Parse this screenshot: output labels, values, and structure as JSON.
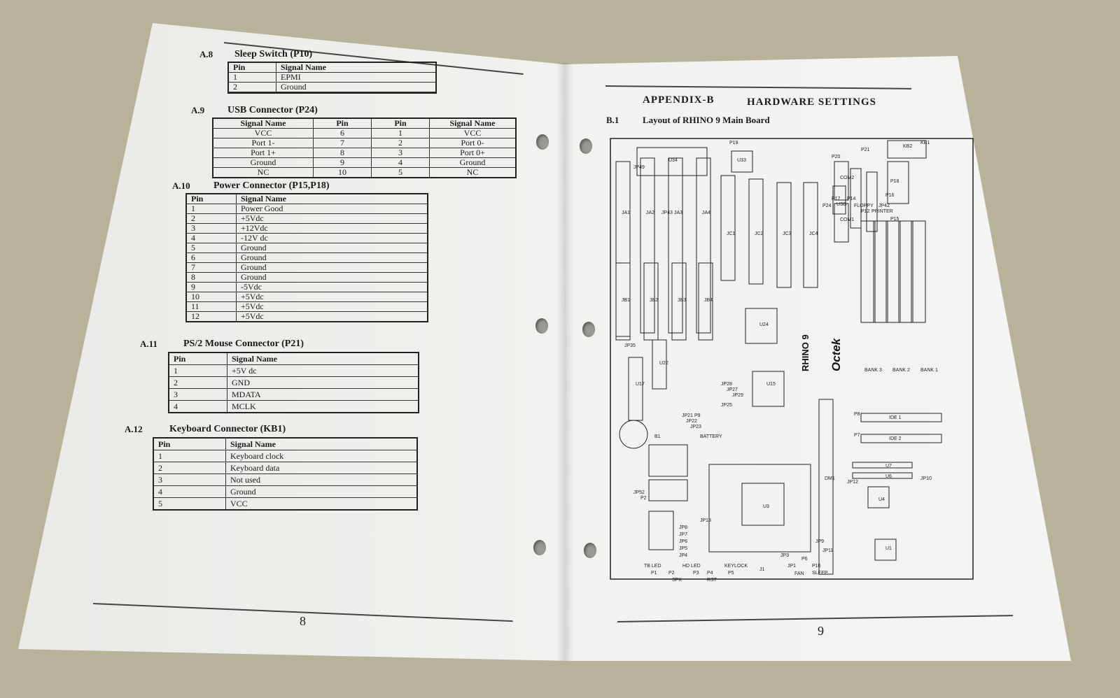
{
  "left_page": {
    "page_number": "8",
    "sections": [
      {
        "num": "A.8",
        "title": "Sleep  Switch (P10)",
        "headers": [
          "Pin",
          "Signal Name"
        ],
        "rows": [
          [
            "1",
            "EPMI"
          ],
          [
            "2",
            "Ground"
          ],
          [
            "",
            ""
          ]
        ]
      },
      {
        "num": "A.9",
        "title": "USB Connector (P24)",
        "headers": [
          "Signal Name",
          "Pin",
          "Pin",
          "Signal Name"
        ],
        "rows": [
          [
            "VCC",
            "6",
            "1",
            "VCC"
          ],
          [
            "Port 1-",
            "7",
            "2",
            "Port 0-"
          ],
          [
            "Port 1+",
            "8",
            "3",
            "Port 0+"
          ],
          [
            "Ground",
            "9",
            "4",
            "Ground"
          ],
          [
            "NC",
            "10",
            "5",
            "NC"
          ]
        ]
      },
      {
        "num": "A.10",
        "title": "Power Connector (P15,P18)",
        "headers": [
          "Pin",
          "Signal Name"
        ],
        "rows": [
          [
            "1",
            "Power Good"
          ],
          [
            "2",
            "+5Vdc"
          ],
          [
            "3",
            "+12Vdc"
          ],
          [
            "4",
            "-12V dc"
          ],
          [
            "5",
            "Ground"
          ],
          [
            "6",
            "Ground"
          ],
          [
            "7",
            "Ground"
          ],
          [
            "8",
            "Ground"
          ],
          [
            "9",
            "-5Vdc"
          ],
          [
            "10",
            "+5Vdc"
          ],
          [
            "11",
            "+5Vdc"
          ],
          [
            "12",
            "+5Vdc"
          ]
        ]
      },
      {
        "num": "A.11",
        "title": "PS/2 Mouse Connector (P21)",
        "headers": [
          "Pin",
          "Signal Name"
        ],
        "rows": [
          [
            "1",
            "+5V dc"
          ],
          [
            "2",
            "GND"
          ],
          [
            "3",
            "MDATA"
          ],
          [
            "4",
            "MCLK"
          ]
        ]
      },
      {
        "num": "A.12",
        "title": "Keyboard Connector (KB1)",
        "headers": [
          "Pin",
          "Signal Name"
        ],
        "rows": [
          [
            "1",
            "Keyboard clock"
          ],
          [
            "2",
            "Keyboard data"
          ],
          [
            "3",
            "Not used"
          ],
          [
            "4",
            "Ground"
          ],
          [
            "5",
            "VCC"
          ]
        ]
      }
    ]
  },
  "right_page": {
    "page_number": "9",
    "appendix": "APPENDIX-B",
    "heading": "HARDWARE  SETTINGS",
    "section_num": "B.1",
    "section_title": "Layout of RHINO 9 Main Board",
    "board": {
      "model": "RHINO 9",
      "brand_logo": "Octek",
      "labels": [
        "U34",
        "P19",
        "U33",
        "COM2",
        "COM1",
        "P20",
        "P17",
        "P21",
        "KB2",
        "KB1",
        "JP49",
        "JA1",
        "JA2",
        "JA3",
        "JA4",
        "JC1",
        "JC2",
        "JC3",
        "JC4",
        "P24",
        "USB",
        "P14",
        "FLOPPY",
        "P12",
        "PRINTER",
        "JP42",
        "P16",
        "P18",
        "P15",
        "JB1",
        "JB2",
        "JB3",
        "JB4",
        "JP43",
        "U24",
        "U15",
        "U22",
        "U17",
        "JP35",
        "JP28",
        "JP27",
        "JP29",
        "JP25",
        "JP21",
        "JP22",
        "JP23",
        "P9",
        "BATTERY",
        "B1",
        "IDE 1",
        "IDE 2",
        "P8",
        "P7",
        "U7",
        "U6",
        "JP12",
        "JP10",
        "DM1",
        "U3",
        "U4",
        "U1",
        "JP52",
        "P2",
        "JP8",
        "JP7",
        "JP6",
        "JP5",
        "JP4",
        "JP18",
        "JP9",
        "JP11",
        "JP3",
        "JP1",
        "J1",
        "P6",
        "P10",
        "SLEEP",
        "TB LED",
        "P1",
        "P2",
        "SPK",
        "HD LED",
        "P3",
        "P4",
        "RST",
        "KEYLOCK",
        "P5",
        "BANK 3",
        "BANK 2",
        "BANK 1",
        "FAN"
      ]
    }
  }
}
